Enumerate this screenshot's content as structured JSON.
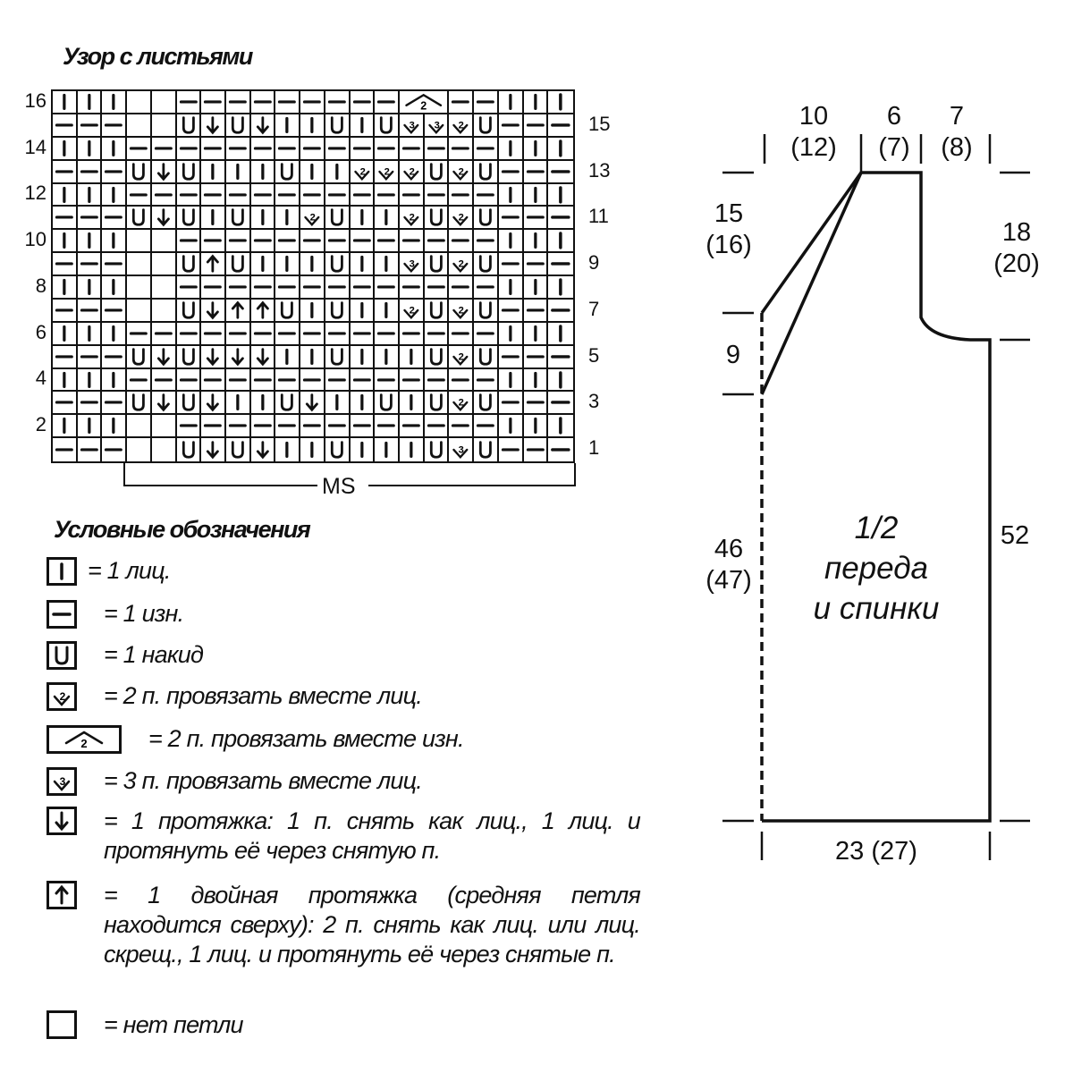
{
  "chart": {
    "title": "Узор с листьями",
    "rows_top_to_bottom": [
      {
        "num": "16",
        "cells": [
          "k",
          "k",
          "k",
          "e",
          "e",
          "p",
          "p",
          "p",
          "p",
          "p",
          "p",
          "p",
          "p",
          "p",
          "P2",
          "p",
          "p",
          "k",
          "k",
          "k"
        ]
      },
      {
        "num": "15",
        "cells": [
          "p",
          "p",
          "p",
          "e",
          "e",
          "yo",
          "d",
          "yo",
          "d",
          "k",
          "k",
          "yo",
          "k",
          "yo",
          "3",
          "3",
          "2",
          "yo",
          "p",
          "p",
          "p"
        ]
      },
      {
        "num": "14",
        "cells": [
          "k",
          "k",
          "k",
          "p",
          "p",
          "p",
          "p",
          "p",
          "p",
          "p",
          "p",
          "p",
          "p",
          "p",
          "p",
          "p",
          "p",
          "p",
          "k",
          "k",
          "k"
        ]
      },
      {
        "num": "13",
        "cells": [
          "p",
          "p",
          "p",
          "yo",
          "d",
          "yo",
          "k",
          "k",
          "k",
          "yo",
          "k",
          "k",
          "2",
          "2",
          "2",
          "yo",
          "2",
          "yo",
          "p",
          "p",
          "p"
        ]
      },
      {
        "num": "12",
        "cells": [
          "k",
          "k",
          "k",
          "p",
          "p",
          "p",
          "p",
          "p",
          "p",
          "p",
          "p",
          "p",
          "p",
          "p",
          "p",
          "p",
          "p",
          "p",
          "k",
          "k",
          "k"
        ]
      },
      {
        "num": "11",
        "cells": [
          "p",
          "p",
          "p",
          "yo",
          "d",
          "yo",
          "k",
          "yo",
          "k",
          "k",
          "2",
          "yo",
          "k",
          "k",
          "2",
          "yo",
          "2",
          "yo",
          "p",
          "p",
          "p"
        ]
      },
      {
        "num": "10",
        "cells": [
          "k",
          "k",
          "k",
          "e",
          "e",
          "p",
          "p",
          "p",
          "p",
          "p",
          "p",
          "p",
          "p",
          "p",
          "p",
          "p",
          "p",
          "p",
          "k",
          "k",
          "k"
        ]
      },
      {
        "num": "9",
        "cells": [
          "p",
          "p",
          "p",
          "e",
          "e",
          "yo",
          "u",
          "yo",
          "k",
          "k",
          "k",
          "yo",
          "k",
          "k",
          "3",
          "yo",
          "2",
          "yo",
          "p",
          "p",
          "p"
        ]
      },
      {
        "num": "8",
        "cells": [
          "k",
          "k",
          "k",
          "e",
          "e",
          "p",
          "p",
          "p",
          "p",
          "p",
          "p",
          "p",
          "p",
          "p",
          "p",
          "p",
          "p",
          "p",
          "k",
          "k",
          "k"
        ]
      },
      {
        "num": "7",
        "cells": [
          "p",
          "p",
          "p",
          "e",
          "e",
          "yo",
          "d",
          "u",
          "u",
          "yo",
          "k",
          "yo",
          "k",
          "k",
          "2",
          "yo",
          "2",
          "yo",
          "p",
          "p",
          "p"
        ]
      },
      {
        "num": "6",
        "cells": [
          "k",
          "k",
          "k",
          "p",
          "p",
          "p",
          "p",
          "p",
          "p",
          "p",
          "p",
          "p",
          "p",
          "p",
          "p",
          "p",
          "p",
          "p",
          "k",
          "k",
          "k"
        ]
      },
      {
        "num": "5",
        "cells": [
          "p",
          "p",
          "p",
          "yo",
          "d",
          "yo",
          "d",
          "d",
          "d",
          "k",
          "k",
          "yo",
          "k",
          "k",
          "k",
          "yo",
          "2",
          "yo",
          "p",
          "p",
          "p"
        ]
      },
      {
        "num": "4",
        "cells": [
          "k",
          "k",
          "k",
          "p",
          "p",
          "p",
          "p",
          "p",
          "p",
          "p",
          "p",
          "p",
          "p",
          "p",
          "p",
          "p",
          "p",
          "p",
          "k",
          "k",
          "k"
        ]
      },
      {
        "num": "3",
        "cells": [
          "p",
          "p",
          "p",
          "yo",
          "d",
          "yo",
          "d",
          "k",
          "k",
          "yo",
          "d",
          "k",
          "k",
          "yo",
          "k",
          "yo",
          "2",
          "yo",
          "p",
          "p",
          "p"
        ]
      },
      {
        "num": "2",
        "cells": [
          "k",
          "k",
          "k",
          "e",
          "e",
          "p",
          "p",
          "p",
          "p",
          "p",
          "p",
          "p",
          "p",
          "p",
          "p",
          "p",
          "p",
          "p",
          "k",
          "k",
          "k"
        ]
      },
      {
        "num": "1",
        "cells": [
          "p",
          "p",
          "p",
          "e",
          "e",
          "yo",
          "d",
          "yo",
          "d",
          "k",
          "k",
          "yo",
          "k",
          "k",
          "k",
          "yo",
          "3",
          "yo",
          "p",
          "p",
          "p"
        ]
      }
    ],
    "repeat_label": "MS"
  },
  "legend": {
    "title": "Условные обозначения",
    "items": [
      {
        "symbol": "k",
        "text": "= 1 лиц."
      },
      {
        "symbol": "p",
        "text": "= 1 изн."
      },
      {
        "symbol": "yo",
        "text": "= 1 накид"
      },
      {
        "symbol": "2",
        "text": "= 2 п. провязать вместе лиц."
      },
      {
        "symbol": "P2",
        "text": "= 2 п. провязать вместе изн."
      },
      {
        "symbol": "3",
        "text": "= 3 п. провязать вместе лиц."
      },
      {
        "symbol": "d",
        "text": "= 1 протяжка: 1 п. снять как лиц., 1 лиц. и протянуть её через снятую п."
      },
      {
        "symbol": "u",
        "text": "= 1 двойная протяжка (средняя петля находится сверху): 2 п. снять как лиц. или лиц. скрещ., 1 лиц. и протянуть её через снятые п."
      },
      {
        "symbol": "e",
        "text": "= нет петли"
      }
    ]
  },
  "schematic": {
    "label": [
      "1/2",
      "переда",
      "и спинки"
    ],
    "dims": {
      "shoulder": [
        "10",
        "(12)"
      ],
      "neck": [
        "6",
        "(7)"
      ],
      "neck_side": [
        "7",
        "(8)"
      ],
      "raglan_height": [
        "15",
        "(16)"
      ],
      "raglan_lower": [
        "9"
      ],
      "armhole": [
        "18",
        "(20)"
      ],
      "side_left": [
        "46",
        "(47)"
      ],
      "side_right": [
        "52"
      ],
      "width": [
        "23 (27)"
      ]
    }
  }
}
